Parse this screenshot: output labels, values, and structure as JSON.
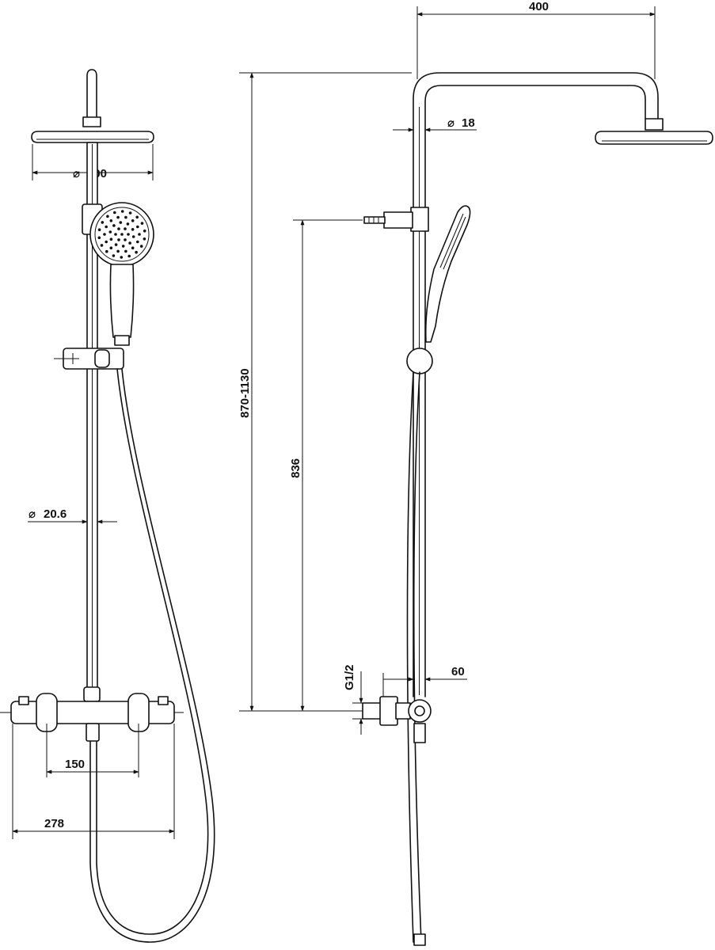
{
  "front_view": {
    "head_diameter_label": "200",
    "rail_diameter_label": "20.6",
    "centers_label": "150",
    "width_label": "278"
  },
  "side_view": {
    "arm_projection_label": "400",
    "arm_diameter_label": "18",
    "total_height_label": "870-1130",
    "holder_height_label": "836",
    "inlet_thread_label": "G1/2",
    "wall_offset_label": "60"
  },
  "symbols": {
    "diameter": "⌀"
  },
  "colors": {
    "line": "#111111",
    "background": "#ffffff"
  }
}
